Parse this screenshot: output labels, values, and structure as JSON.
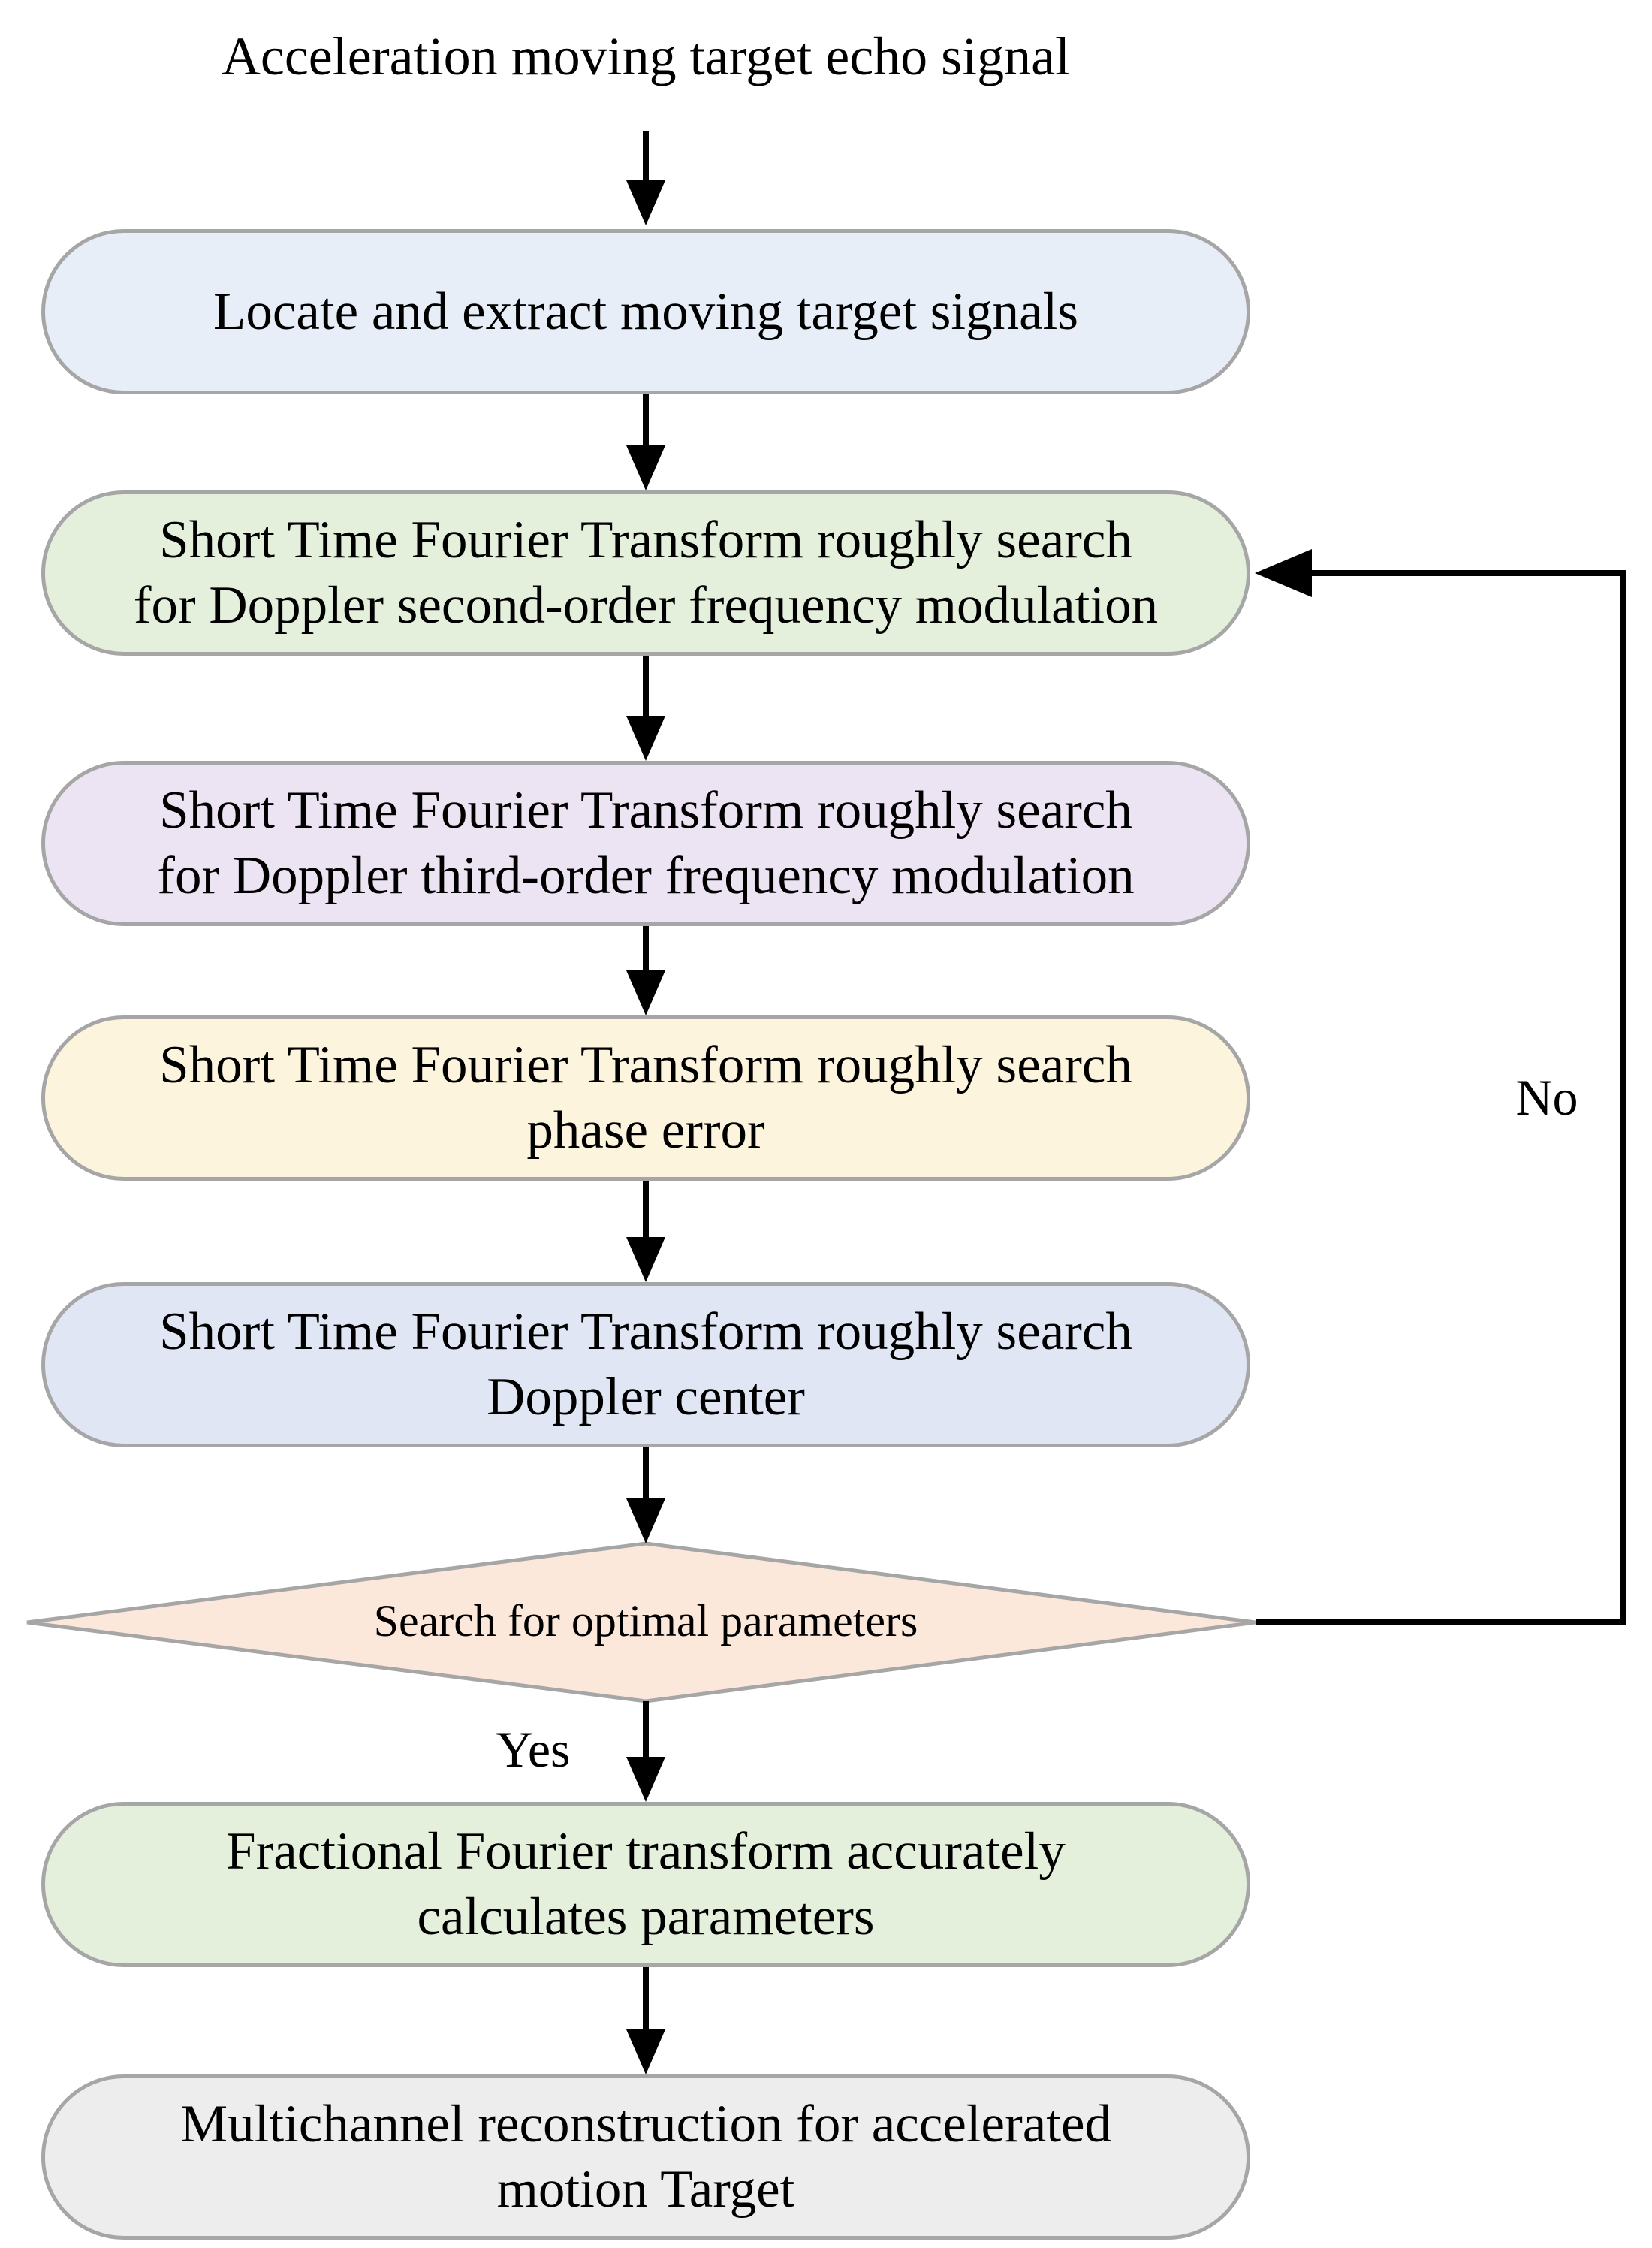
{
  "title": "Acceleration moving target echo signal",
  "flow": {
    "nodes": [
      {
        "id": "locate-extract",
        "label": "Locate and extract moving target signals",
        "fill": "#E7EEF8"
      },
      {
        "id": "stft-second-order",
        "label": "Short Time Fourier Transform roughly search\nfor Doppler second-order frequency modulation",
        "fill": "#E4EFDC"
      },
      {
        "id": "stft-third-order",
        "label": "Short Time Fourier Transform roughly search\nfor Doppler third-order frequency modulation",
        "fill": "#ECE4F2"
      },
      {
        "id": "stft-phase-error",
        "label": "Short Time Fourier Transform roughly search\nphase error",
        "fill": "#FCF4DD"
      },
      {
        "id": "stft-doppler-center",
        "label": "Short Time Fourier Transform roughly search\nDoppler center",
        "fill": "#E0E6F4"
      },
      {
        "id": "frft-accurate",
        "label": "Fractional Fourier transform accurately\ncalculates parameters",
        "fill": "#E4EFDC"
      },
      {
        "id": "multichannel-reconstruction",
        "label": "Multichannel reconstruction for accelerated\nmotion Target",
        "fill": "#EDEDED"
      }
    ],
    "decision": {
      "id": "search-optimal",
      "label": "Search for optimal parameters",
      "fill": "#FBE8DB"
    },
    "branch_labels": {
      "yes": "Yes",
      "no": "No"
    }
  },
  "colors": {
    "background": "#FFFFFF",
    "shape_border": "#A6A6A6",
    "connector": "#000000",
    "text": "#000000"
  }
}
